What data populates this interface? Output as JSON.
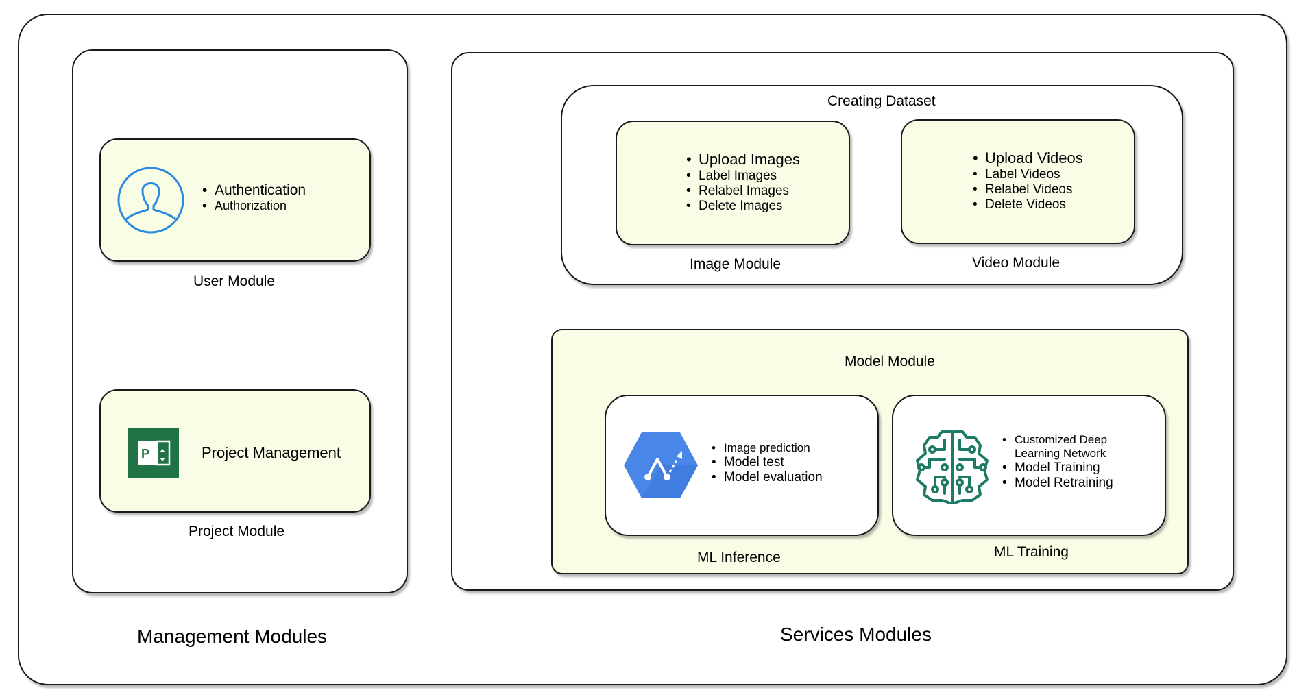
{
  "management": {
    "title": "Management Modules",
    "user_module": {
      "label": "User Module",
      "items": [
        "Authentication",
        "Authorization"
      ],
      "icon": "user-icon"
    },
    "project_module": {
      "label": "Project Module",
      "text": "Project Management",
      "icon": "ms-project-icon"
    }
  },
  "services": {
    "title": "Services Modules",
    "creating_dataset": {
      "title": "Creating Dataset",
      "image_module": {
        "label": "Image Module",
        "items": [
          "Upload Images",
          "Label Images",
          "Relabel Images",
          "Delete Images"
        ]
      },
      "video_module": {
        "label": "Video Module",
        "items": [
          "Upload Videos",
          "Label Videos",
          "Relabel Videos",
          "Delete Videos"
        ]
      }
    },
    "model_module": {
      "title": "Model Module",
      "ml_inference": {
        "label": "ML Inference",
        "items": [
          "Image prediction",
          "Model test",
          "Model evaluation"
        ],
        "icon": "ml-inference-hexagon-icon"
      },
      "ml_training": {
        "label": "ML Training",
        "items": [
          "Customized Deep",
          "Learning Network",
          "Model Training",
          "Model Retraining"
        ],
        "icon": "brain-circuit-icon"
      }
    }
  },
  "colors": {
    "module_fill": "#fafde6",
    "border": "#1a1a1a",
    "user_icon": "#2a8ae0",
    "project_icon": "#217346",
    "inference_icon": "#4a86e8",
    "brain_icon": "#1d7a64"
  }
}
